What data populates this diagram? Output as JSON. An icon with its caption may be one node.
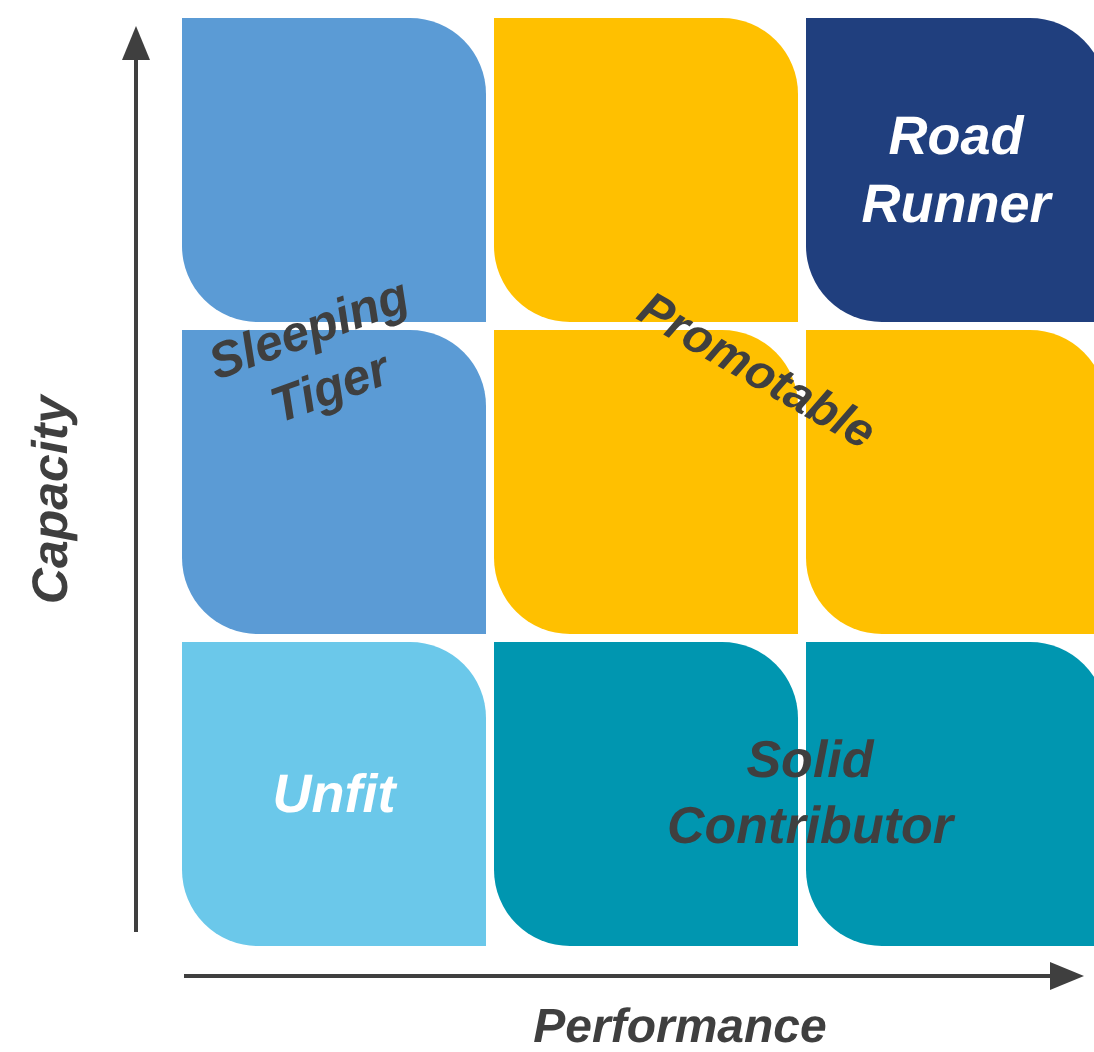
{
  "diagram": {
    "nodes": [
      {
        "text": [],
        "shape": "box"
      },
      {
        "text": [],
        "shape": "box"
      },
      {
        "text": [
          "Road Runner"
        ]
      },
      {
        "text": [],
        "shape": "box"
      },
      {
        "text": [],
        "shape": "box"
      },
      {
        "text": [],
        "shape": "box"
      },
      {
        "text": [
          "Unfit"
        ]
      },
      {
        "text": [],
        "shape": "box"
      },
      {
        "text": [],
        "shape": "box"
      }
    ],
    "labels": [
      "Sleeping Tiger",
      "Promotable",
      "Solid Contributor",
      "Capacity",
      "Performance"
    ]
  }
}
